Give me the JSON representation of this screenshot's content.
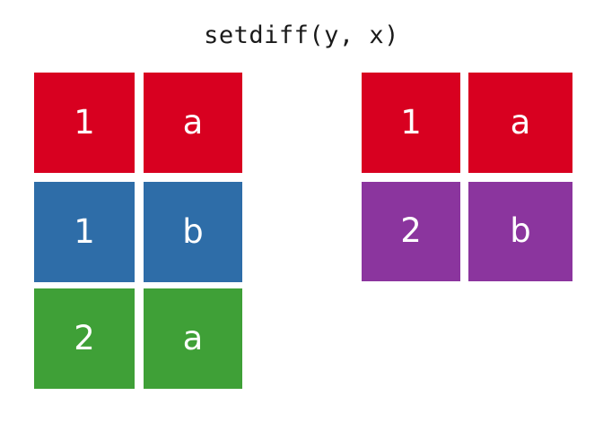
{
  "title": "setdiff(y, x)",
  "palette": {
    "red": "#D80020",
    "blue": "#2E6DA8",
    "green": "#3FA037",
    "purple": "#8B359E",
    "background": "#FFFFFF",
    "text_on_cell": "#FFFFFF",
    "title_color": "#1A1A1A"
  },
  "left_table": {
    "name": "input-table",
    "rows": [
      {
        "color_key": "red",
        "color": "#D80020",
        "cells": [
          "1",
          "a"
        ]
      },
      {
        "color_key": "blue",
        "color": "#2E6DA8",
        "cells": [
          "1",
          "b"
        ]
      },
      {
        "color_key": "green",
        "color": "#3FA037",
        "cells": [
          "2",
          "a"
        ]
      }
    ]
  },
  "right_table": {
    "name": "result-table",
    "rows": [
      {
        "color_key": "red",
        "color": "#D80020",
        "cells": [
          "1",
          "a"
        ]
      },
      {
        "color_key": "purple",
        "color": "#8B359E",
        "cells": [
          "2",
          "b"
        ]
      }
    ]
  }
}
